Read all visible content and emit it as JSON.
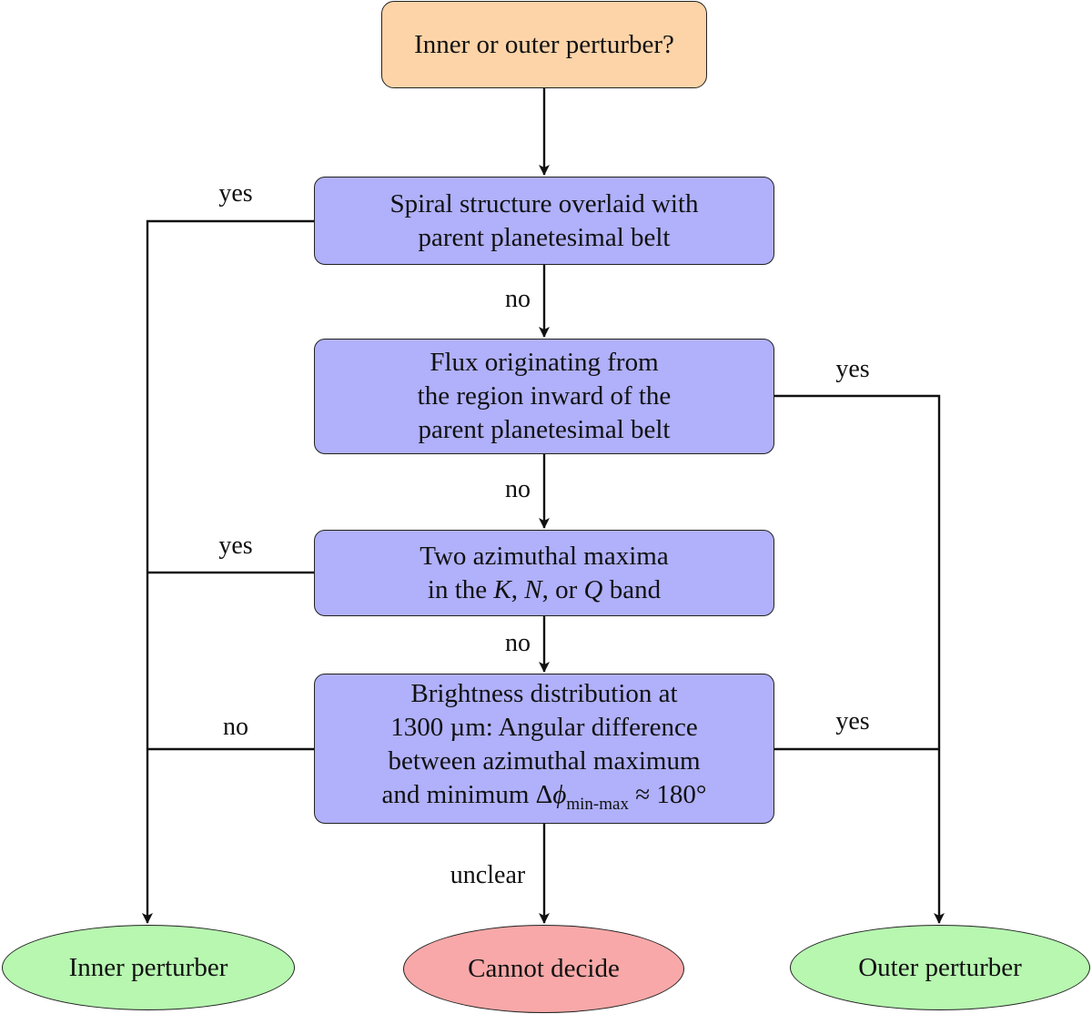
{
  "nodes": {
    "start": {
      "text": "Inner or outer perturber?"
    },
    "q1": {
      "lines": [
        "Spiral structure overlaid with",
        "parent planetesimal belt"
      ]
    },
    "q2": {
      "lines": [
        "Flux originating from",
        "the region inward of the",
        "parent planetesimal belt"
      ]
    },
    "q3": {
      "line1": "Two azimuthal maxima",
      "line2_prefix": "in the",
      "band_k": "K",
      "band_n": "N",
      "band_or": "or",
      "band_q": "Q",
      "line2_suffix": "band"
    },
    "q4": {
      "line1": "Brightness distribution at",
      "line2": "1300 µm: Angular difference",
      "line3": "between azimuthal maximum",
      "line4_prefix": "and minimum Δ",
      "phi": "ϕ",
      "subscript": "min-max",
      "line4_suffix": "≈ 180°"
    },
    "inner": {
      "text": "Inner perturber"
    },
    "cannot": {
      "text": "Cannot decide"
    },
    "outer": {
      "text": "Outer perturber"
    }
  },
  "edge_labels": {
    "q1_yes": "yes",
    "q1_no": "no",
    "q2_yes": "yes",
    "q2_no": "no",
    "q3_yes": "yes",
    "q3_no": "no",
    "q4_no": "no",
    "q4_yes": "yes",
    "q4_unclear": "unclear"
  },
  "colors": {
    "start_fill": "#fdd4a8",
    "question_fill": "#b0b0fb",
    "outcome_fill": "#b7f7b0",
    "undecided_fill": "#f8a8a8",
    "line": "#111111"
  }
}
